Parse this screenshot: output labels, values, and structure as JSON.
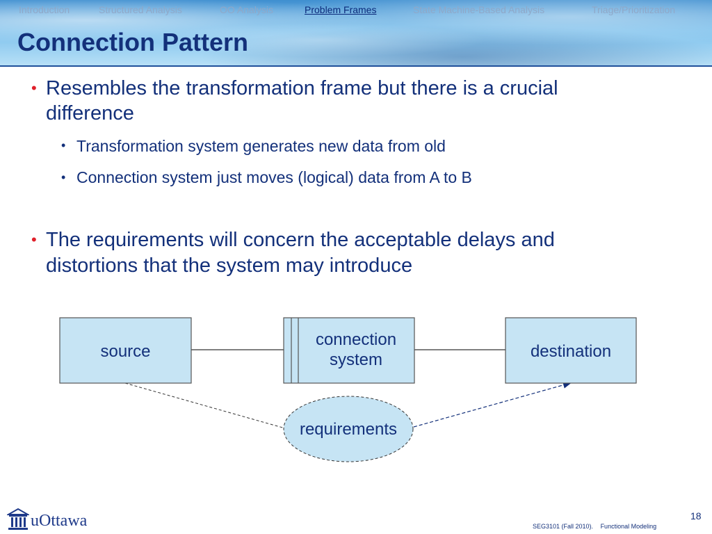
{
  "nav": {
    "items": [
      {
        "label": "Introduction",
        "active": false
      },
      {
        "label": "Structured Analysis",
        "active": false
      },
      {
        "label": "OO Analysis",
        "active": false
      },
      {
        "label": "Problem Frames",
        "active": true
      },
      {
        "label": "State Machine-Based Analysis",
        "active": false
      },
      {
        "label": "Triage/Prioritization",
        "active": false
      }
    ]
  },
  "title": "Connection Pattern",
  "bullets": [
    {
      "lines": [
        "Resembles the transformation frame but there is a crucial",
        "difference"
      ],
      "sub": [
        "Transformation system generates new data from old",
        "Connection system just moves (logical) data from A to B"
      ]
    },
    {
      "lines": [
        "The requirements will concern the acceptable delays and",
        "distortions that the system may introduce"
      ],
      "sub": []
    }
  ],
  "diagram": {
    "source": "source",
    "connection_line1": "connection",
    "connection_line2": "system",
    "destination": "destination",
    "requirements": "requirements"
  },
  "footer": {
    "logo_text": "uOttawa",
    "course": "SEG3101 (Fall 2010).",
    "topic": "Functional Modeling",
    "page": "18"
  },
  "colors": {
    "title": "#13307a",
    "bullet_dot": "#e0202a",
    "box_fill": "#c6e4f4",
    "box_stroke": "#555555"
  }
}
